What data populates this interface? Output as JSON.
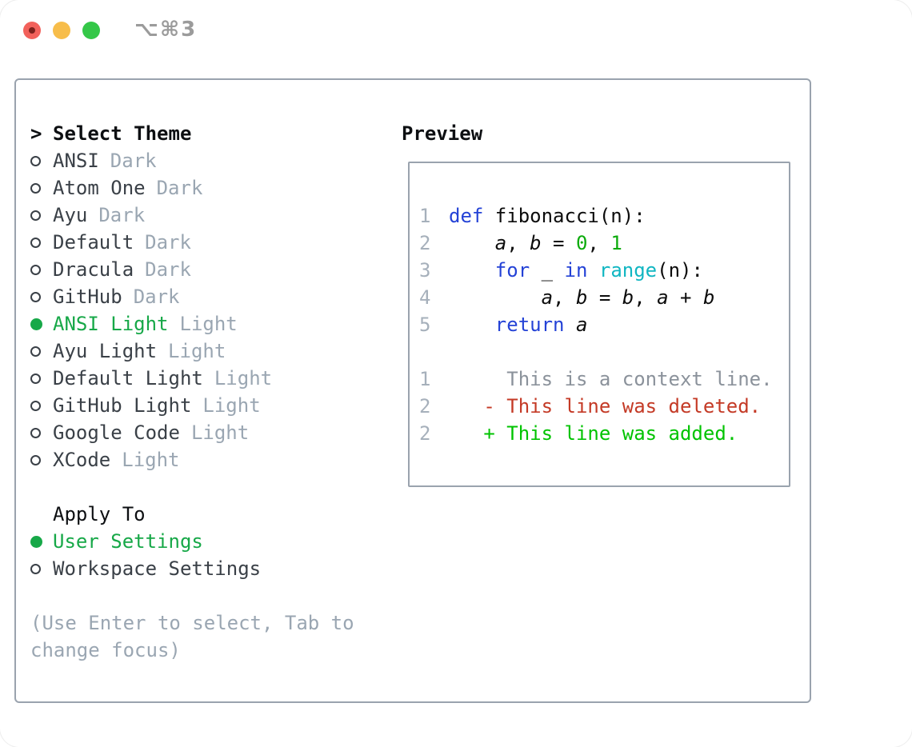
{
  "window": {
    "title": "⌥⌘3"
  },
  "colors": {
    "tl-red": "#f2615b",
    "tl-red-dot": "#7d211c",
    "tl-yellow": "#f7bd4a",
    "tl-green": "#34c748",
    "title-gray": "#9b9b9b",
    "border": "#9aa3ae",
    "header": "#0d0f12",
    "item": "#3a4047",
    "muted": "#9aa6b2",
    "sel-green": "#17a848",
    "gutter": "#a6b0bb",
    "code": "#0c0c0c",
    "kw": "#2442d6",
    "fn": "#10b6c2",
    "numlit": "#0cab0c",
    "ctx": "#8b929b",
    "del": "#c43a26",
    "add": "#00c300"
  },
  "theme_panel": {
    "title_prefix": ">",
    "title": "Select Theme",
    "items": [
      {
        "name": "ANSI",
        "variant": "Dark",
        "selected": false
      },
      {
        "name": "Atom One",
        "variant": "Dark",
        "selected": false
      },
      {
        "name": "Ayu",
        "variant": "Dark",
        "selected": false
      },
      {
        "name": "Default",
        "variant": "Dark",
        "selected": false
      },
      {
        "name": "Dracula",
        "variant": "Dark",
        "selected": false
      },
      {
        "name": "GitHub",
        "variant": "Dark",
        "selected": false
      },
      {
        "name": "ANSI Light",
        "variant": "Light",
        "selected": true
      },
      {
        "name": "Ayu Light",
        "variant": "Light",
        "selected": false
      },
      {
        "name": "Default Light",
        "variant": "Light",
        "selected": false
      },
      {
        "name": "GitHub Light",
        "variant": "Light",
        "selected": false
      },
      {
        "name": "Google Code",
        "variant": "Light",
        "selected": false
      },
      {
        "name": "XCode",
        "variant": "Light",
        "selected": false
      }
    ],
    "apply_to": {
      "title": "Apply To",
      "options": [
        {
          "label": "User Settings",
          "selected": true
        },
        {
          "label": "Workspace Settings",
          "selected": false
        }
      ]
    },
    "help_text": "(Use Enter to select, Tab to change focus)"
  },
  "preview": {
    "title": "Preview",
    "lines": [
      {
        "num": "1",
        "tokens": [
          [
            "kw",
            "def"
          ],
          [
            "def",
            " fibonacci(n):"
          ]
        ]
      },
      {
        "num": "2",
        "tokens": [
          [
            "def",
            "    "
          ],
          [
            "var",
            "a"
          ],
          [
            "def",
            ", "
          ],
          [
            "var",
            "b"
          ],
          [
            "def",
            " = "
          ],
          [
            "num",
            "0"
          ],
          [
            "def",
            ", "
          ],
          [
            "num",
            "1"
          ]
        ]
      },
      {
        "num": "3",
        "tokens": [
          [
            "def",
            "    "
          ],
          [
            "kw",
            "for"
          ],
          [
            "def",
            " _ "
          ],
          [
            "kw",
            "in"
          ],
          [
            "def",
            " "
          ],
          [
            "fn",
            "range"
          ],
          [
            "def",
            "(n):"
          ]
        ]
      },
      {
        "num": "4",
        "tokens": [
          [
            "def",
            "        "
          ],
          [
            "var",
            "a"
          ],
          [
            "def",
            ", "
          ],
          [
            "var",
            "b"
          ],
          [
            "def",
            " = "
          ],
          [
            "var",
            "b"
          ],
          [
            "def",
            ", "
          ],
          [
            "var",
            "a"
          ],
          [
            "def",
            " + "
          ],
          [
            "var",
            "b"
          ]
        ]
      },
      {
        "num": "5",
        "tokens": [
          [
            "def",
            "    "
          ],
          [
            "kw",
            "return"
          ],
          [
            "def",
            " "
          ],
          [
            "var",
            "a"
          ]
        ]
      },
      {
        "num": "",
        "tokens": []
      },
      {
        "num": "1",
        "tokens": [
          [
            "ctx",
            "     This is a context line."
          ]
        ]
      },
      {
        "num": "2",
        "tokens": [
          [
            "del",
            "   - This line was deleted."
          ]
        ]
      },
      {
        "num": "2",
        "tokens": [
          [
            "add",
            "   + This line was added."
          ]
        ]
      }
    ]
  }
}
